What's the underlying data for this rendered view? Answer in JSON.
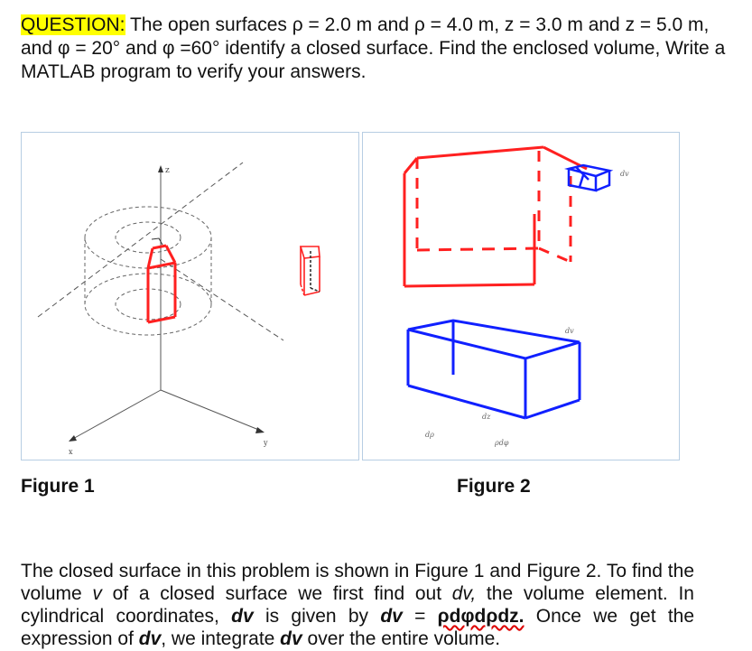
{
  "question": {
    "label": "QUESTION:",
    "text": " The open surfaces ρ = 2.0 m and ρ = 4.0 m, z = 3.0 m and z = 5.0 m, and φ = 20° and φ =60° identify a closed surface. Find the enclosed volume, Write a MATLAB program to verify your answers."
  },
  "figure1": {
    "caption": "Figure 1",
    "axis_z": "z",
    "axis_x": "x",
    "axis_y": "y"
  },
  "figure2": {
    "caption": "Figure 2",
    "label_dv_top": "dv",
    "label_dv_mid": "dv",
    "label_dz": "dz",
    "label_drho": "dρ",
    "label_rhodphi": "ρdφ"
  },
  "body": {
    "p1": "The closed surface in this problem is shown in Figure 1 and Figure 2. To find the volume ",
    "v": "v",
    "p2": " of a closed surface we first find out ",
    "dv1": "dv,",
    "p3": " the volume element. In cylindrical coordinates, ",
    "dv2": "dv",
    "p4": " is given by ",
    "dv3": "dv",
    "p5": " = ",
    "expr": "ρdφdρdz.",
    "p6": " Once we get the expression of ",
    "dv4": "dv",
    "p7": ", we integrate ",
    "dv5": "dv",
    "p8": " over the entire volume."
  }
}
